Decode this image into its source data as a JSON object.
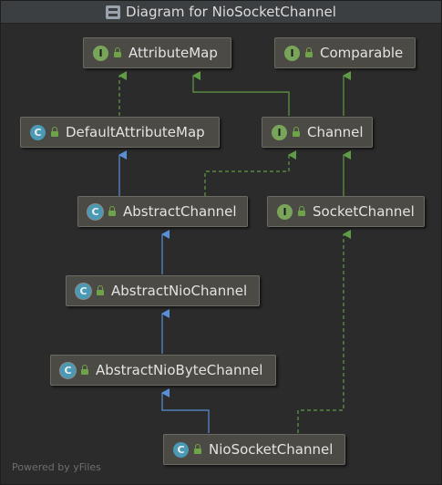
{
  "window": {
    "title": "Diagram for NioSocketChannel"
  },
  "nodes": {
    "attribute_map": {
      "kind": "I",
      "label": "AttributeMap"
    },
    "comparable": {
      "kind": "I",
      "label": "Comparable"
    },
    "default_attribute_map": {
      "kind": "C",
      "label": "DefaultAttributeMap"
    },
    "channel": {
      "kind": "I",
      "label": "Channel"
    },
    "abstract_channel": {
      "kind": "C",
      "label": "AbstractChannel"
    },
    "socket_channel": {
      "kind": "I",
      "label": "SocketChannel"
    },
    "abstract_nio_channel": {
      "kind": "C",
      "label": "AbstractNioChannel"
    },
    "abstract_nio_byte_channel": {
      "kind": "C",
      "label": "AbstractNioByteChannel"
    },
    "nio_socket_channel": {
      "kind": "C",
      "label": "NioSocketChannel"
    }
  },
  "footer": "Powered by yFiles",
  "colors": {
    "extends_edge": "#5a8fd6",
    "implements_edge": "#5f9c46",
    "interface_badge": "#79a55a",
    "class_badge": "#4a99b5",
    "node_fill": "#4c4a44",
    "background": "#2b2b2b"
  }
}
